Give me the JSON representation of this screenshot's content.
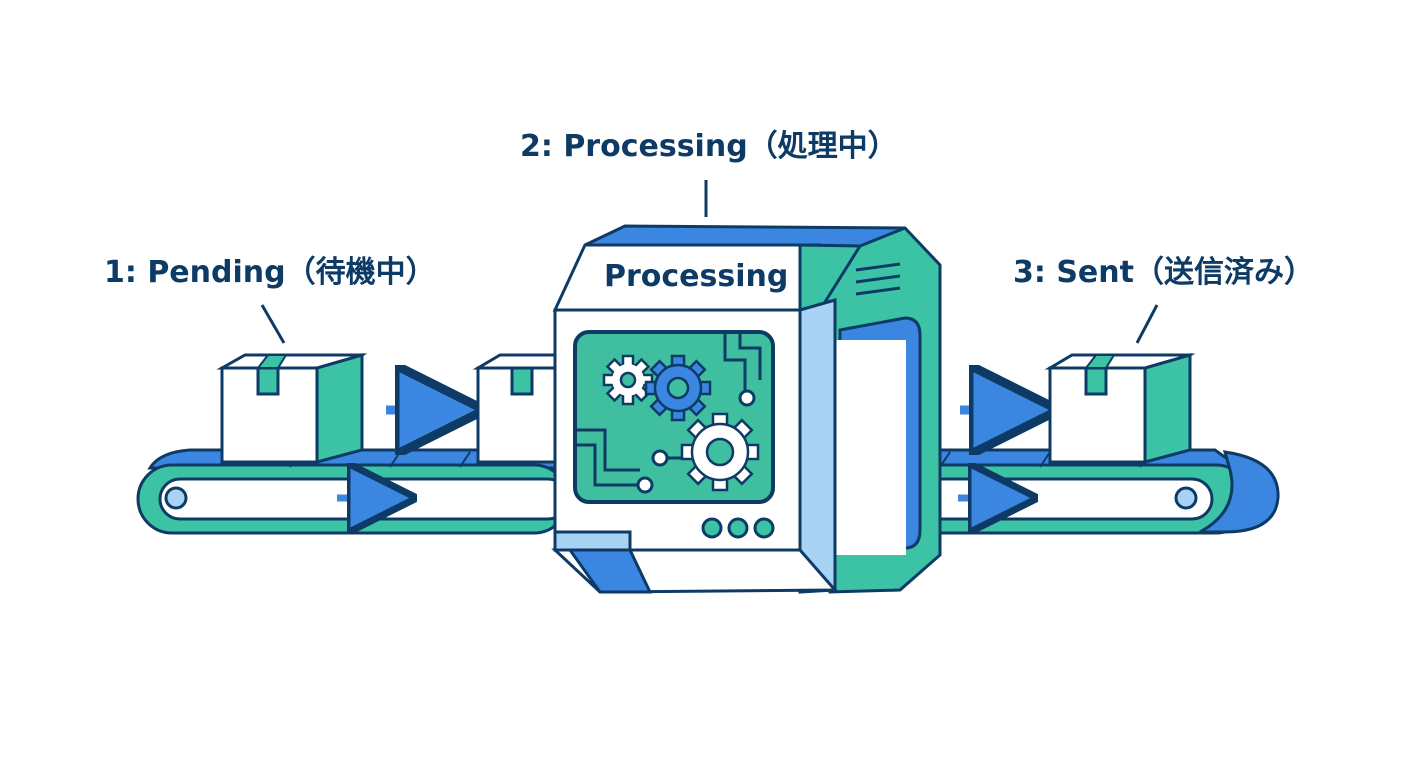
{
  "stages": [
    {
      "label": "1: Pending（待機中）"
    },
    {
      "label": "2: Processing（処理中）"
    },
    {
      "label": "3: Sent（送信済み）"
    }
  ],
  "machine": {
    "title": "Processing"
  },
  "colors": {
    "outline": "#0d3b66",
    "teal": "#3cc3a5",
    "blue": "#3b86e0",
    "light_blue": "#a9d3f5",
    "white": "#ffffff",
    "screen": "#3fbfa0"
  },
  "icons": [
    "box-icon",
    "right-arrow-icon",
    "gear-icon",
    "circuit-icon",
    "roller-icon",
    "vent-icon"
  ]
}
